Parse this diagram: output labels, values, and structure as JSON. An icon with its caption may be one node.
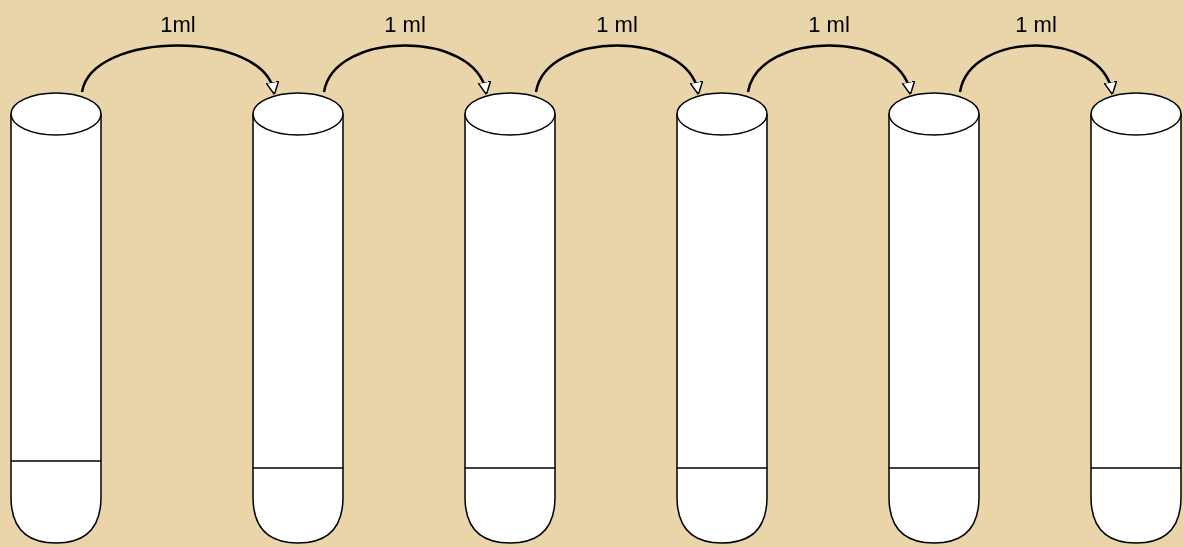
{
  "diagram": {
    "nodes": [
      {
        "text": [],
        "shape": "cylinder"
      },
      {
        "text": [],
        "shape": "cylinder"
      },
      {
        "text": [],
        "shape": "cylinder"
      },
      {
        "text": [],
        "shape": "cylinder"
      },
      {
        "text": [],
        "shape": "cylinder"
      },
      {
        "text": [],
        "shape": "cylinder"
      }
    ],
    "edges": [
      {
        "from": 0,
        "to": 1,
        "arrow": "to",
        "label": "1ml"
      },
      {
        "from": 1,
        "to": 2,
        "arrow": "to",
        "label": "1 ml"
      },
      {
        "from": 2,
        "to": 3,
        "arrow": "to",
        "label": "1 ml"
      },
      {
        "from": 3,
        "to": 4,
        "arrow": "to",
        "label": "1 ml"
      },
      {
        "from": 4,
        "to": 5,
        "arrow": "to",
        "label": "1 ml"
      }
    ]
  }
}
